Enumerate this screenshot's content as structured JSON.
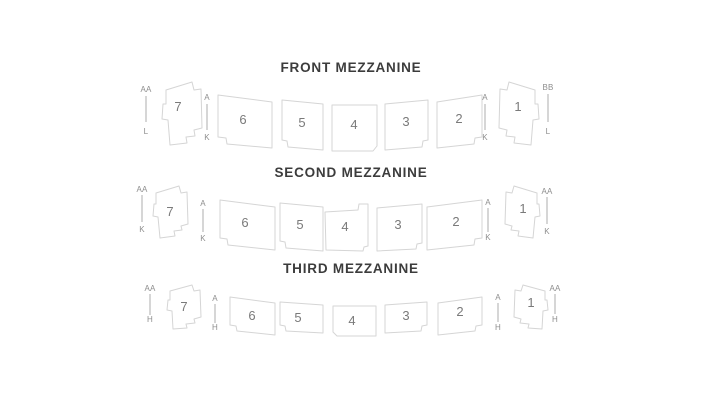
{
  "colors": {
    "background": "#ffffff",
    "section_outline": "#d5d5d5",
    "section_fill": "#ffffff",
    "section_number": "#7a7a7a",
    "row_label": "#8d8d8d",
    "row_line": "#aeaeae",
    "title": "#3c3c3c"
  },
  "levels": [
    {
      "title": "FRONT MEZZANINE",
      "sections": [
        "7",
        "6",
        "5",
        "4",
        "3",
        "2",
        "1"
      ],
      "markers": {
        "outer_left": {
          "top": "AA",
          "bottom": "L"
        },
        "inner_left": {
          "top": "A",
          "bottom": "K"
        },
        "inner_right": {
          "top": "A",
          "bottom": "K"
        },
        "outer_right": {
          "top": "BB",
          "bottom": "L"
        }
      }
    },
    {
      "title": "SECOND MEZZANINE",
      "sections": [
        "7",
        "6",
        "5",
        "4",
        "3",
        "2",
        "1"
      ],
      "markers": {
        "outer_left": {
          "top": "AA",
          "bottom": "K"
        },
        "inner_left": {
          "top": "A",
          "bottom": "K"
        },
        "inner_right": {
          "top": "A",
          "bottom": "K"
        },
        "outer_right": {
          "top": "AA",
          "bottom": "K"
        }
      }
    },
    {
      "title": "THIRD MEZZANINE",
      "sections": [
        "7",
        "6",
        "5",
        "4",
        "3",
        "2",
        "1"
      ],
      "markers": {
        "outer_left": {
          "top": "AA",
          "bottom": "H"
        },
        "inner_left": {
          "top": "A",
          "bottom": "H"
        },
        "inner_right": {
          "top": "A",
          "bottom": "H"
        },
        "outer_right": {
          "top": "AA",
          "bottom": "H"
        }
      }
    }
  ]
}
